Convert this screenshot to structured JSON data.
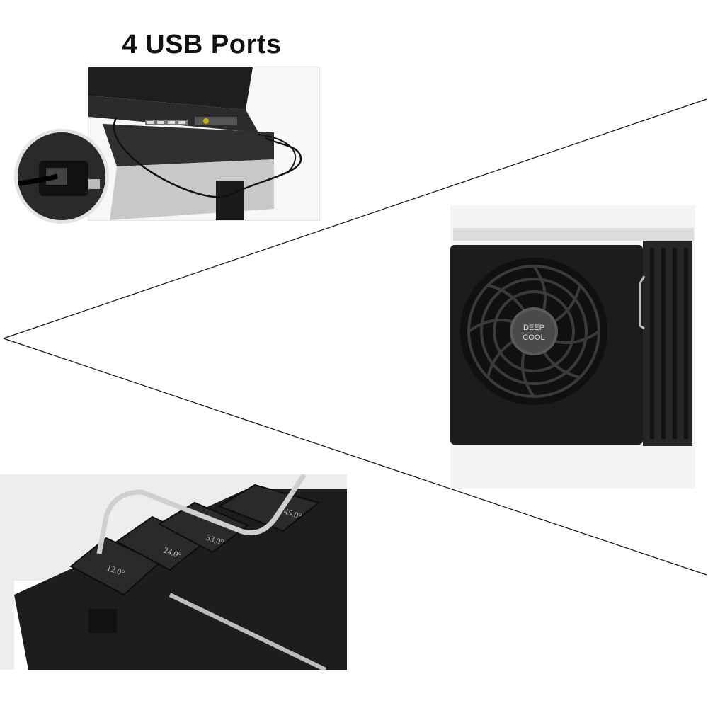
{
  "heading": {
    "text": "4 USB Ports"
  },
  "fan_panel": {
    "logo_line1": "DEEP",
    "logo_line2": "COOL"
  },
  "stand_panel": {
    "angle_labels": [
      "12.0°",
      "24.0°",
      "33.0°",
      "45.0°"
    ]
  },
  "colors": {
    "product_black": "#1c1c1c",
    "connector_line": "#111111",
    "background": "#ffffff"
  }
}
